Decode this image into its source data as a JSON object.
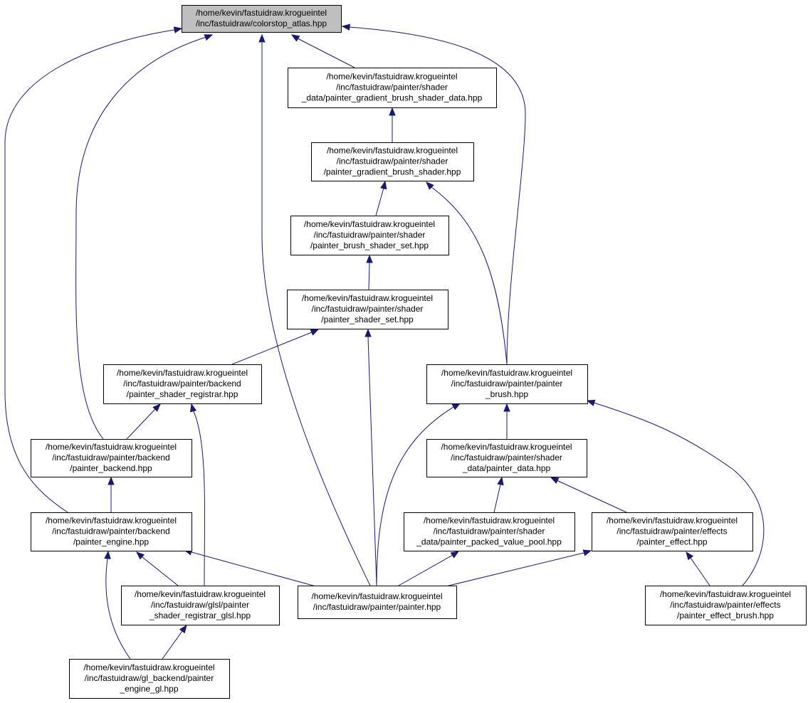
{
  "colors": {
    "edge": "#191970",
    "root_fill": "#bfbfbf",
    "node_fill": "#ffffff",
    "node_border": "#000000"
  },
  "nodes": {
    "colorstop_atlas": {
      "lines": [
        "/home/kevin/fastuidraw.krogueintel",
        "/inc/fastuidraw/colorstop_atlas.hpp"
      ],
      "highlighted": true
    },
    "gradient_brush_shader_data": {
      "lines": [
        "/home/kevin/fastuidraw.krogueintel",
        "/inc/fastuidraw/painter/shader",
        "_data/painter_gradient_brush_shader_data.hpp"
      ]
    },
    "gradient_brush_shader": {
      "lines": [
        "/home/kevin/fastuidraw.krogueintel",
        "/inc/fastuidraw/painter/shader",
        "/painter_gradient_brush_shader.hpp"
      ]
    },
    "brush_shader_set": {
      "lines": [
        "/home/kevin/fastuidraw.krogueintel",
        "/inc/fastuidraw/painter/shader",
        "/painter_brush_shader_set.hpp"
      ]
    },
    "shader_set": {
      "lines": [
        "/home/kevin/fastuidraw.krogueintel",
        "/inc/fastuidraw/painter/shader",
        "/painter_shader_set.hpp"
      ]
    },
    "shader_registrar": {
      "lines": [
        "/home/kevin/fastuidraw.krogueintel",
        "/inc/fastuidraw/painter/backend",
        "/painter_shader_registrar.hpp"
      ]
    },
    "painter_brush": {
      "lines": [
        "/home/kevin/fastuidraw.krogueintel",
        "/inc/fastuidraw/painter/painter",
        "_brush.hpp"
      ]
    },
    "painter_backend": {
      "lines": [
        "/home/kevin/fastuidraw.krogueintel",
        "/inc/fastuidraw/painter/backend",
        "/painter_backend.hpp"
      ]
    },
    "painter_data": {
      "lines": [
        "/home/kevin/fastuidraw.krogueintel",
        "/inc/fastuidraw/painter/shader",
        "_data/painter_data.hpp"
      ]
    },
    "painter_engine": {
      "lines": [
        "/home/kevin/fastuidraw.krogueintel",
        "/inc/fastuidraw/painter/backend",
        "/painter_engine.hpp"
      ]
    },
    "packed_value_pool": {
      "lines": [
        "/home/kevin/fastuidraw.krogueintel",
        "/inc/fastuidraw/painter/shader",
        "_data/painter_packed_value_pool.hpp"
      ]
    },
    "painter_effect": {
      "lines": [
        "/home/kevin/fastuidraw.krogueintel",
        "/inc/fastuidraw/painter/effects",
        "/painter_effect.hpp"
      ]
    },
    "shader_registrar_glsl": {
      "lines": [
        "/home/kevin/fastuidraw.krogueintel",
        "/inc/fastuidraw/glsl/painter",
        "_shader_registrar_glsl.hpp"
      ]
    },
    "painter": {
      "lines": [
        "/home/kevin/fastuidraw.krogueintel",
        "/inc/fastuidraw/painter/painter.hpp"
      ]
    },
    "painter_effect_brush": {
      "lines": [
        "/home/kevin/fastuidraw.krogueintel",
        "/inc/fastuidraw/painter/effects",
        "/painter_effect_brush.hpp"
      ]
    },
    "painter_engine_gl": {
      "lines": [
        "/home/kevin/fastuidraw.krogueintel",
        "/inc/fastuidraw/gl_backend/painter",
        "_engine_gl.hpp"
      ]
    }
  },
  "edges": [
    {
      "from": "gradient_brush_shader_data",
      "to": "colorstop_atlas"
    },
    {
      "from": "painter_brush",
      "to": "colorstop_atlas"
    },
    {
      "from": "painter",
      "to": "colorstop_atlas"
    },
    {
      "from": "painter_backend",
      "to": "colorstop_atlas"
    },
    {
      "from": "painter_engine",
      "to": "colorstop_atlas"
    },
    {
      "from": "gradient_brush_shader",
      "to": "gradient_brush_shader_data"
    },
    {
      "from": "brush_shader_set",
      "to": "gradient_brush_shader"
    },
    {
      "from": "painter_brush",
      "to": "gradient_brush_shader"
    },
    {
      "from": "shader_set",
      "to": "brush_shader_set"
    },
    {
      "from": "shader_registrar",
      "to": "shader_set"
    },
    {
      "from": "painter",
      "to": "shader_set"
    },
    {
      "from": "painter_backend",
      "to": "shader_registrar"
    },
    {
      "from": "shader_registrar_glsl",
      "to": "shader_registrar"
    },
    {
      "from": "painter_engine",
      "to": "painter_backend"
    },
    {
      "from": "shader_registrar_glsl",
      "to": "painter_engine"
    },
    {
      "from": "painter",
      "to": "painter_engine"
    },
    {
      "from": "painter_engine_gl",
      "to": "painter_engine"
    },
    {
      "from": "painter_engine_gl",
      "to": "shader_registrar_glsl"
    },
    {
      "from": "painter",
      "to": "painter_brush"
    },
    {
      "from": "painter_data",
      "to": "painter_brush"
    },
    {
      "from": "painter_effect_brush",
      "to": "painter_brush"
    },
    {
      "from": "packed_value_pool",
      "to": "painter_data"
    },
    {
      "from": "painter_effect",
      "to": "painter_data"
    },
    {
      "from": "painter",
      "to": "packed_value_pool"
    },
    {
      "from": "painter",
      "to": "painter_effect"
    },
    {
      "from": "painter_effect_brush",
      "to": "painter_effect"
    }
  ]
}
